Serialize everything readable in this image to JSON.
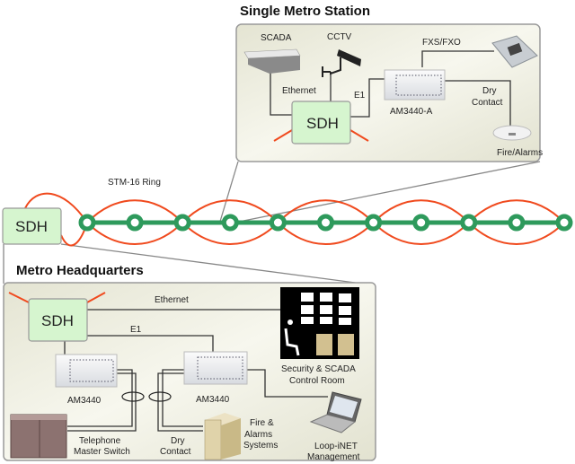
{
  "station": {
    "title": "Single Metro Station",
    "scada": "SCADA",
    "cctv": "CCTV",
    "ethernet": "Ethernet",
    "sdh": "SDH",
    "e1": "E1",
    "device": "AM3440-A",
    "fxs": "FXS/FXO",
    "dry_line1": "Dry",
    "dry_line2": "Contact",
    "fire": "Fire/Alarms"
  },
  "ring": {
    "label": "STM-16 Ring",
    "sdh": "SDH",
    "node_count": 11,
    "colors": {
      "ring": "#2e9a5c",
      "fiber": "#f04a1e",
      "sdh_fill": "#d6f5cf"
    }
  },
  "hq": {
    "title": "Metro Headquarters",
    "sdh": "SDH",
    "ethernet": "Ethernet",
    "e1": "E1",
    "control_line1": "Security & SCADA",
    "control_line2": "Control Room",
    "device_left": "AM3440",
    "device_right": "AM3440",
    "tel_line1": "Telephone",
    "tel_line2": "Master Switch",
    "dry_line1": "Dry",
    "dry_line2": "Contact",
    "fire_line1": "Fire &",
    "fire_line2": "Alarms",
    "fire_line3": "Systems",
    "mgmt_line1": "Loop-iNET",
    "mgmt_line2": "Management"
  }
}
